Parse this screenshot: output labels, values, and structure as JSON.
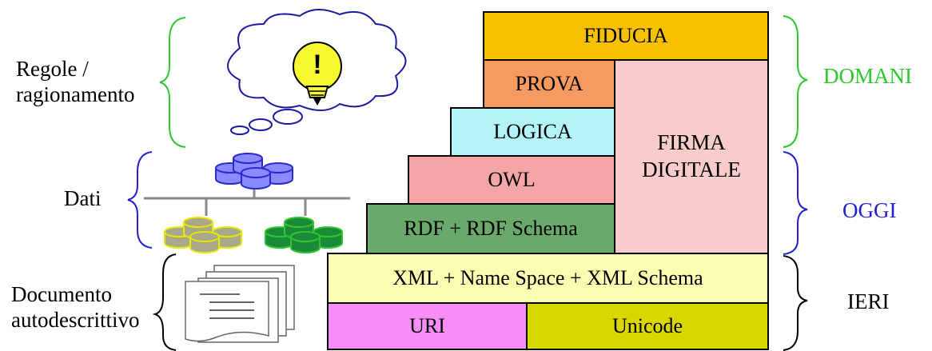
{
  "left_labels": {
    "rules": [
      "Regole /",
      "ragionamento"
    ],
    "data": "Dati",
    "document": [
      "Documento",
      "autodescrittivo"
    ]
  },
  "right_labels": {
    "tomorrow": "DOMANI",
    "today": "OGGI",
    "yesterday": "IERI"
  },
  "layers": {
    "fiducia": "FIDUCIA",
    "prova": "PROVA",
    "logica": "LOGICA",
    "owl": "OWL",
    "rdf": "RDF + RDF Schema",
    "firma": [
      "FIRMA",
      "DIGITALE"
    ],
    "xml": "XML + Name Space + XML Schema",
    "uri": "URI",
    "unicode": "Unicode"
  },
  "icons": {
    "idea": "!"
  },
  "colors": {
    "fiducia": "#f7c100",
    "prova": "#f79a5f",
    "logica": "#b2f3f7",
    "owl": "#f4a6a6",
    "rdf": "#6aa96c",
    "firma": "#f9cccc",
    "xml": "#fdfdb2",
    "uri": "#f78ef7",
    "unicode": "#d8d800",
    "domani": "#2ec82e",
    "oggi": "#2020d0",
    "ieri": "#000000"
  }
}
